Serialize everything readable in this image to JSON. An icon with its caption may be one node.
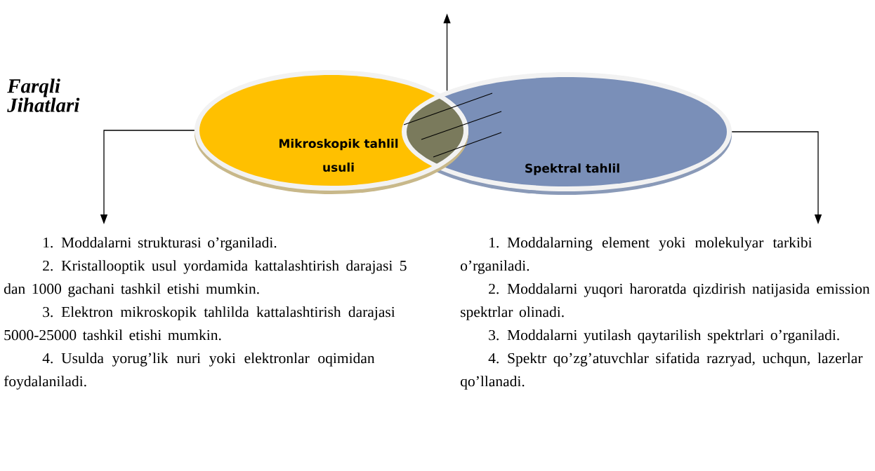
{
  "diagram": {
    "nodes": [
      {
        "text": [
          "Mikroskopik tahlil usuli"
        ]
      },
      {
        "text": [
          "Spektral tahlil"
        ]
      },
      {
        "text": [
          "1. Moddalarni strukturasi o’rganiladi.",
          "2. Kristallooptik usul yordamida kattalashtirish darajasi 5 dan 1000 gachani tashkil etishi mumkin.",
          "3. Elektron mikroskopik tahlilda kattalashtirish darajasi 5000-25000 tashkil etishi mumkin.",
          "4. Usulda yorug’lik nuri yoki elektronlar oqimidan foydalaniladi."
        ]
      },
      {
        "text": [
          "1. Moddalarning element yoki molekulyar tarkibi o’rganiladi.",
          "2. Moddalarni yuqori haroratda qizdirish natijasida emission spektrlar olinadi.",
          "3. Moddalarni yutilash qaytarilish spektrlari o’rganiladi.",
          "4. Spektr qo’zg’atuvchlar sifatida razryad, uchqun, lazerlar qo’llanadi."
        ]
      }
    ],
    "edges": [
      {
        "from": 0,
        "to": 2,
        "arrow": "to"
      },
      {
        "from": 1,
        "to": 3,
        "arrow": "to"
      },
      {
        "from": 1,
        "to": null,
        "arrow": "to"
      }
    ],
    "labels": [
      "Farqli Jihatlari"
    ]
  }
}
